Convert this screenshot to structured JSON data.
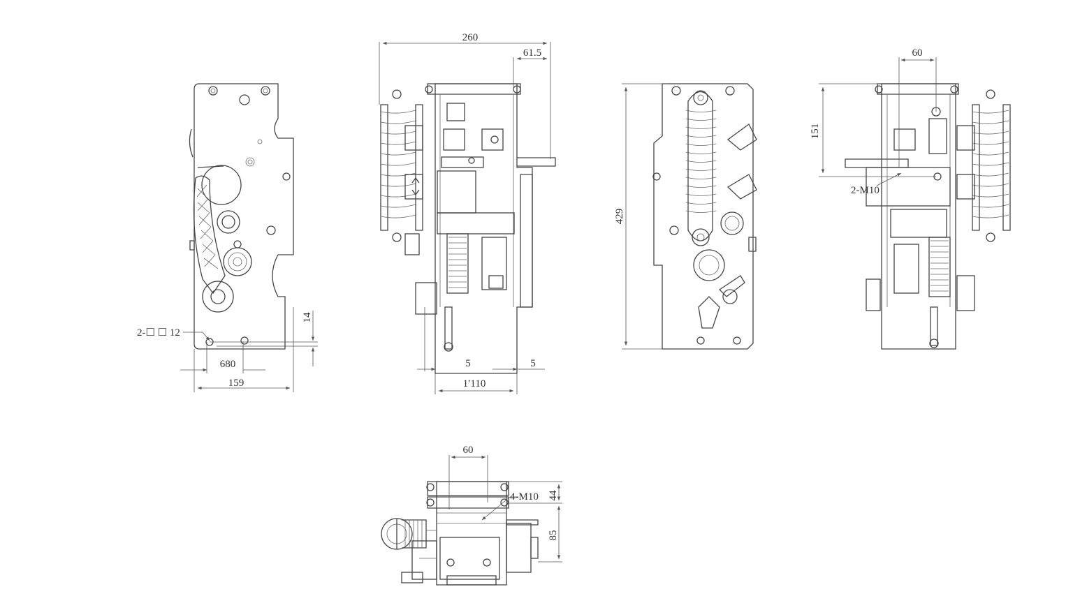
{
  "colors": {
    "background": "#ffffff",
    "line": "#444444"
  },
  "views": {
    "front_left": {
      "dim_width": "159",
      "dim_hole_spacing": "680",
      "dim_hole_offset": "14",
      "hole_callout": "2-☐ ☐ 12"
    },
    "side_center": {
      "dim_total_width": "260",
      "dim_right_offset": "61.5",
      "dim_left_gap": "5",
      "dim_right_gap": "5",
      "dim_base_width": "1′110"
    },
    "rear_center": {
      "dim_height": "429"
    },
    "side_right": {
      "dim_top_spacing": "60",
      "dim_vertical": "151",
      "thread_callout": "2-M10"
    },
    "top_bottom": {
      "dim_top_spacing": "60",
      "thread_callout": "4-M10",
      "dim_upper": "44",
      "dim_lower": "85"
    }
  }
}
